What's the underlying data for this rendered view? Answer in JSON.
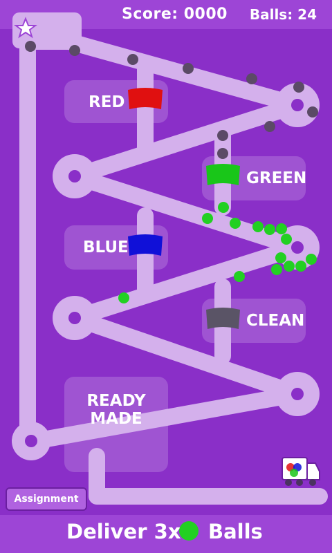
{
  "hud": {
    "score_label": "Score: 0000",
    "balls_label": "Balls: 24"
  },
  "stations": {
    "red": "RED",
    "green": "GREEN",
    "blue": "BLUE",
    "clean": "CLEAN",
    "ready_made_line1": "READY",
    "ready_made_line2": "MADE"
  },
  "colors": {
    "background": "#8a2fc8",
    "track": "#d9b8ef",
    "red_gate": "#e01010",
    "green_gate": "#19c619",
    "blue_gate": "#1010d8",
    "clean_gate": "#5a5466",
    "ball_gray": "#5b4a66",
    "ball_green": "#22d022"
  },
  "assignment": {
    "tab_label": "Assignment",
    "deliver_prefix": "Deliver 3x",
    "deliver_suffix": "Balls",
    "target_color": "green"
  }
}
